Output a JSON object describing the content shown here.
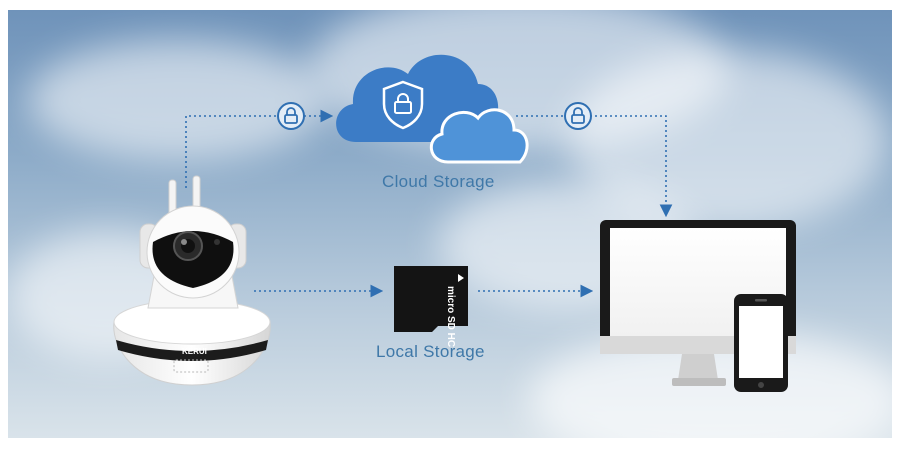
{
  "labels": {
    "cloud_storage": "Cloud Storage",
    "local_storage": "Local Storage"
  },
  "camera": {
    "brand": "KERUI"
  },
  "sd_card": {
    "text": "micro SD HC"
  },
  "icons": [
    "cloud-shield-icon",
    "lock-icon",
    "camera-icon",
    "sd-card-icon",
    "monitor-icon",
    "phone-icon"
  ],
  "colors": {
    "accent": "#3f78a8",
    "cloud_main": "#3c7cc6",
    "cloud_front": "#4f93d8",
    "connector": "#2f6fb2"
  }
}
